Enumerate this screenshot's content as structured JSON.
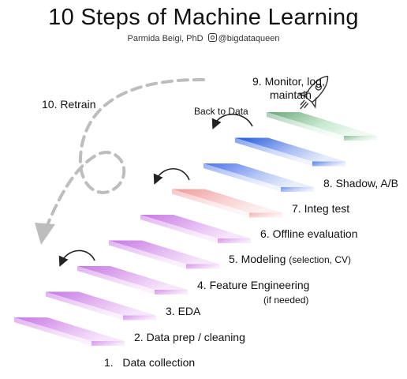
{
  "title": "10 Steps of Machine Learning",
  "author": {
    "name": "Parmida Beigi, PhD",
    "handle": "@bigdataqueen"
  },
  "steps": [
    {
      "number": "1.",
      "label": "Data collection",
      "color": "#c88ce8"
    },
    {
      "number": "2.",
      "label": "Data prep / cleaning",
      "color": "#c88ce8"
    },
    {
      "number": "3.",
      "label": "EDA",
      "color": "#c88ce8"
    },
    {
      "number": "4.",
      "label": "Feature Engineering",
      "note": "(if needed)",
      "color": "#c88ce8"
    },
    {
      "number": "5.",
      "label": "Modeling",
      "note": "(selection, CV)",
      "color": "#c88ce8"
    },
    {
      "number": "6.",
      "label": "Offline evaluation",
      "color": "#f0a0a0"
    },
    {
      "number": "7.",
      "label": "Integ test",
      "color": "#6688ee"
    },
    {
      "number": "8.",
      "label": "Shadow, A/B",
      "color": "#2a5ee0"
    },
    {
      "number": "9.",
      "label": "Monitor, log,",
      "label2": "maintain",
      "color": "#7fb88e"
    }
  ],
  "retrain_label": "10. Retrain",
  "back_to_data_label": "Back to Data",
  "icons": [
    "instagram-icon",
    "rocket-icon",
    "curved-arrow-icon",
    "dashed-loop-arrow-icon"
  ]
}
